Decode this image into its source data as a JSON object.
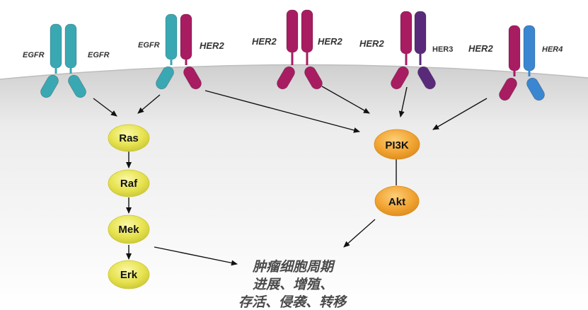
{
  "receptors": [
    {
      "left_label": "EGFR",
      "right_label": "EGFR"
    },
    {
      "left_label": "EGFR",
      "right_label": "HER2"
    },
    {
      "left_label": "HER2",
      "right_label": "HER2"
    },
    {
      "left_label": "HER2",
      "right_label": "HER3"
    },
    {
      "left_label": "HER2",
      "right_label": "HER4"
    }
  ],
  "mapk_pathway": [
    "Ras",
    "Raf",
    "Mek",
    "Erk"
  ],
  "pi3k_pathway": [
    "PI3K",
    "Akt"
  ],
  "outcome": {
    "line1": "肿瘤细胞周期",
    "line2": "进展、增殖、",
    "line3": "存活、侵袭、转移"
  },
  "colors": {
    "egfr": "#3aa8b3",
    "her2": "#a81c62",
    "her3": "#5a2a7a",
    "her4": "#3a86d0",
    "mapk_node": "#e8e55a",
    "pi3k_node": "#f0a531"
  }
}
